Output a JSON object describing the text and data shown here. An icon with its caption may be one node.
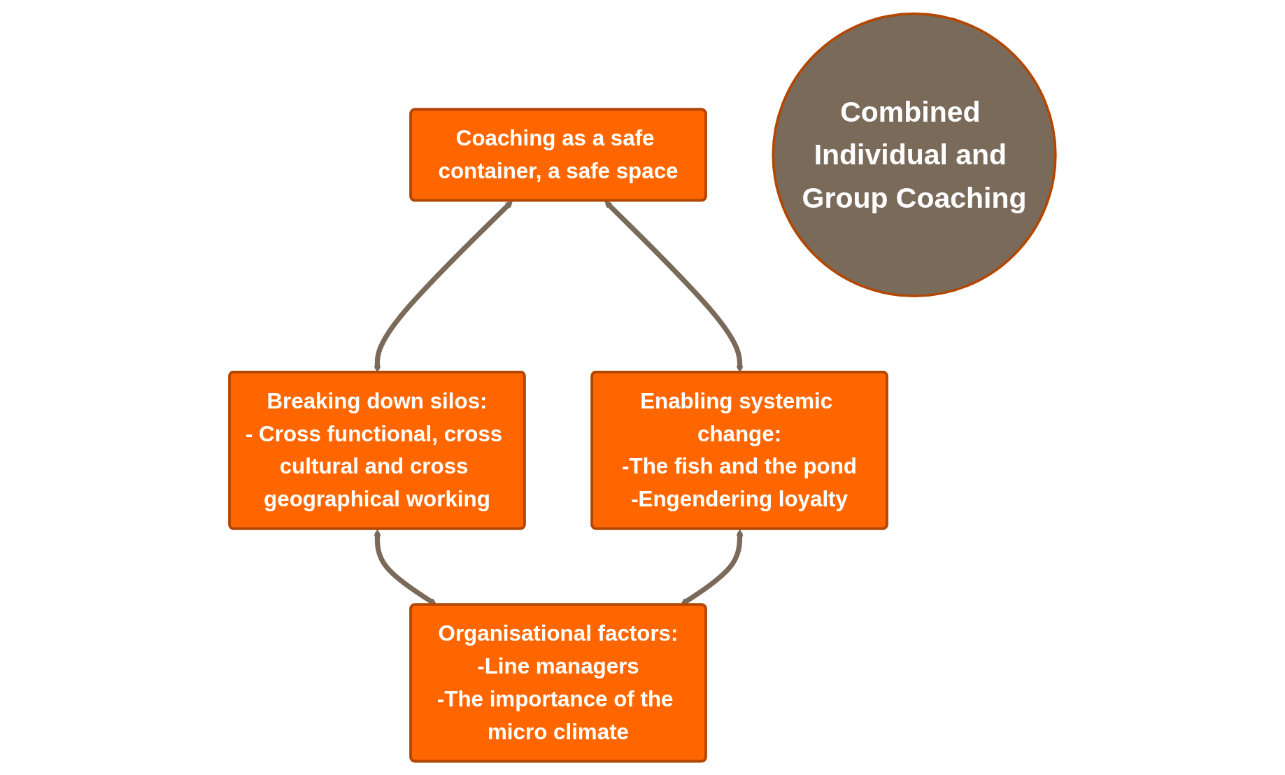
{
  "diagram": {
    "nodes": [
      {
        "text": [
          "Coaching as a safe container, a safe space"
        ]
      },
      {
        "text": [
          "Breaking down silos:",
          "- Cross functional, cross cultural and cross geographical working"
        ]
      },
      {
        "text": [
          "Combined Individual and Group Coaching"
        ]
      },
      {
        "text": [
          "Enabling systemic change:",
          "-The fish and the pond",
          "-Engendering loyalty"
        ]
      },
      {
        "text": [
          "Organisational factors:",
          "-Line managers",
          "-The importance of the micro climate"
        ]
      }
    ],
    "edges": [
      {
        "from": 0,
        "to": 1,
        "arrow": "both"
      },
      {
        "from": 0,
        "to": 3,
        "arrow": "both"
      },
      {
        "from": 1,
        "to": 4,
        "arrow": "both"
      },
      {
        "from": 3,
        "to": 4,
        "arrow": "both"
      }
    ]
  }
}
